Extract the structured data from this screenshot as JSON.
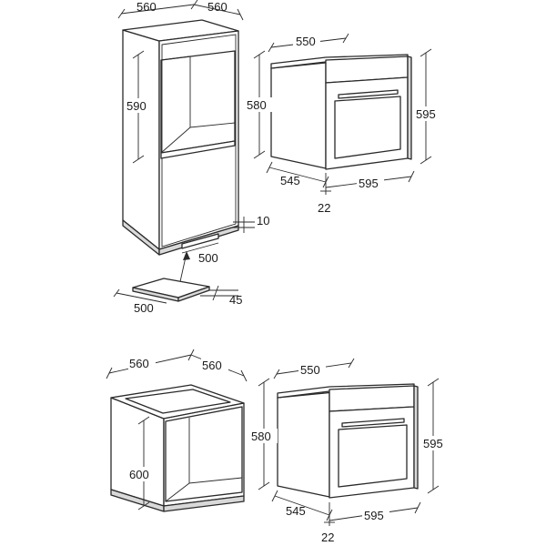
{
  "colors": {
    "line": "#2a2a2a",
    "text": "#1a1a1a",
    "background": "#ffffff"
  },
  "tall_cabinet": {
    "width_label": "560",
    "depth_label": "560",
    "niche_height_label": "590",
    "plinth_label": "10",
    "vent_width_label": "500",
    "vent_panel_width_label": "500",
    "vent_panel_depth_label": "45"
  },
  "oven_top": {
    "top_depth_label": "550",
    "body_height_label": "580",
    "front_height_label": "595",
    "body_depth_label": "545",
    "front_width_label": "595",
    "front_thickness_label": "22"
  },
  "undercounter_cabinet": {
    "width_label": "560",
    "depth_label": "560",
    "niche_height_label": "600"
  },
  "oven_bottom": {
    "top_depth_label": "550",
    "body_height_label": "580",
    "front_height_label": "595",
    "body_depth_label": "545",
    "front_width_label": "595",
    "front_thickness_label": "22"
  }
}
